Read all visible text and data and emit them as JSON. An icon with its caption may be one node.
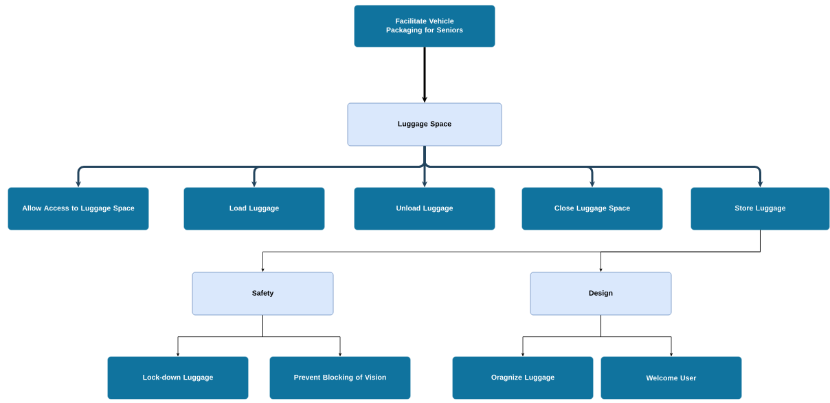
{
  "diagram": {
    "nodes": [
      {
        "text": [
          "Facilitate Vehicle Packaging for Seniors"
        ]
      },
      {
        "text": [
          "Luggage Space"
        ]
      },
      {
        "text": [
          "Allow Access to Luggage Space"
        ]
      },
      {
        "text": [
          "Load Luggage"
        ]
      },
      {
        "text": [
          "Unload Luggage"
        ]
      },
      {
        "text": [
          "Close Luggage Space"
        ]
      },
      {
        "text": [
          "Store Luggage"
        ]
      },
      {
        "text": [
          "Safety"
        ]
      },
      {
        "text": [
          "Design"
        ]
      },
      {
        "text": [
          "Lock-down Luggage"
        ]
      },
      {
        "text": [
          "Prevent Blocking of Vision"
        ]
      },
      {
        "text": [
          "Oragnize Luggage"
        ]
      },
      {
        "text": [
          "Welcome User"
        ]
      }
    ],
    "edges": [
      {
        "from": 0,
        "to": 1,
        "arrow": "to",
        "style": "thick"
      },
      {
        "from": 1,
        "to": 2,
        "arrow": "to",
        "style": "thick",
        "color": "#23445d"
      },
      {
        "from": 1,
        "to": 3,
        "arrow": "to",
        "style": "thick",
        "color": "#23445d"
      },
      {
        "from": 1,
        "to": 4,
        "arrow": "to",
        "style": "thick",
        "color": "#23445d"
      },
      {
        "from": 1,
        "to": 5,
        "arrow": "to",
        "style": "thick",
        "color": "#23445d"
      },
      {
        "from": 1,
        "to": 6,
        "arrow": "to",
        "style": "thick",
        "color": "#23445d"
      },
      {
        "from": 6,
        "to": 7,
        "arrow": "to"
      },
      {
        "from": 6,
        "to": 8,
        "arrow": "to"
      },
      {
        "from": 7,
        "to": 9,
        "arrow": "to"
      },
      {
        "from": 7,
        "to": 10,
        "arrow": "to"
      },
      {
        "from": 8,
        "to": 11,
        "arrow": "to"
      },
      {
        "from": 8,
        "to": 12,
        "arrow": "to"
      }
    ]
  }
}
